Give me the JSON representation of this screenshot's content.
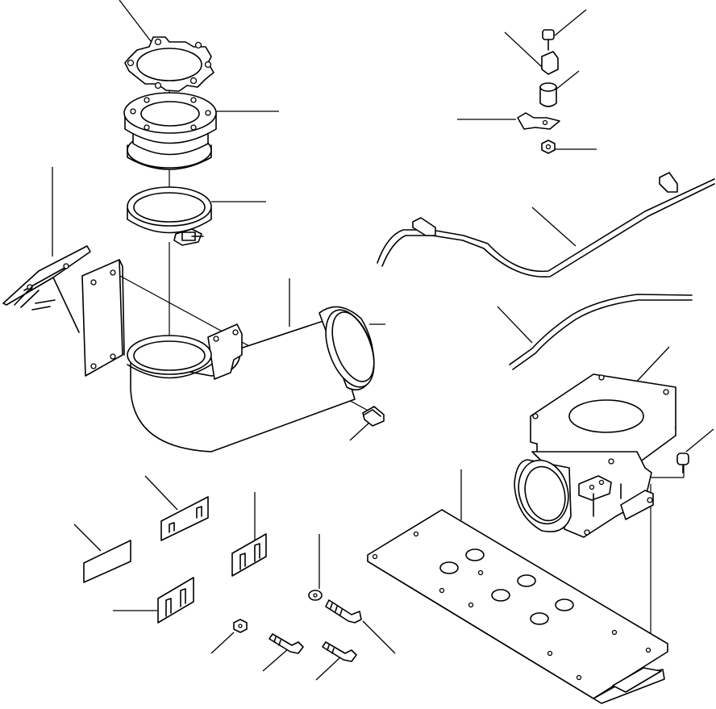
{
  "diagram": {
    "kind": "exploded-parts-view",
    "background_color": "#ffffff",
    "line_color": "#000000",
    "parts": [
      {
        "name": "gasket-flange"
      },
      {
        "name": "adapter-flange"
      },
      {
        "name": "v-band-clamp"
      },
      {
        "name": "mounting-bracket"
      },
      {
        "name": "exhaust-elbow"
      },
      {
        "name": "elbow-bolt"
      },
      {
        "name": "rod-clip-bolt"
      },
      {
        "name": "rod-clip"
      },
      {
        "name": "rod-spacer"
      },
      {
        "name": "rod-bracket"
      },
      {
        "name": "rod-nut"
      },
      {
        "name": "support-rod-upper"
      },
      {
        "name": "support-rod-lower"
      },
      {
        "name": "muffler-outlet-housing"
      },
      {
        "name": "housing-bolt"
      },
      {
        "name": "base-plate"
      },
      {
        "name": "shim-1"
      },
      {
        "name": "shim-2"
      },
      {
        "name": "shim-3"
      },
      {
        "name": "shim-4"
      },
      {
        "name": "washer"
      },
      {
        "name": "stud-bolt"
      },
      {
        "name": "nut"
      },
      {
        "name": "bolt-a"
      },
      {
        "name": "bolt-b"
      }
    ]
  }
}
